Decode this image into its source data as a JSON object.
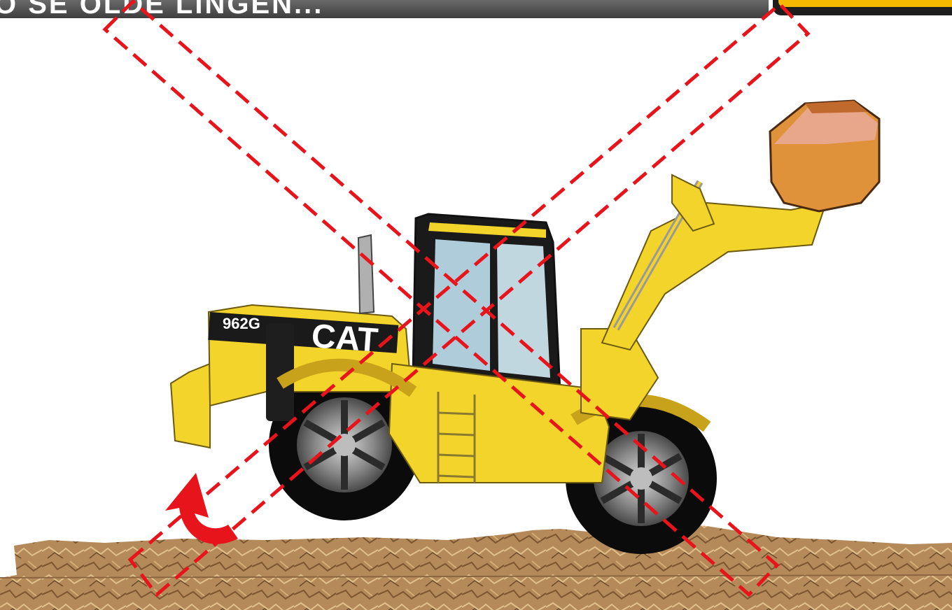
{
  "header": {
    "title": "O SE OLDE LINGEN..."
  },
  "loader": {
    "model_label": "962G",
    "brand_label": "CAT",
    "body_color": "#f2d42a",
    "dark_color": "#1a1a1a"
  },
  "load": {
    "color": "#e0923a"
  },
  "overlay": {
    "line_color": "#e8141b",
    "arrow_color": "#e8141b"
  },
  "ground": {
    "color": "#b58a5a"
  }
}
